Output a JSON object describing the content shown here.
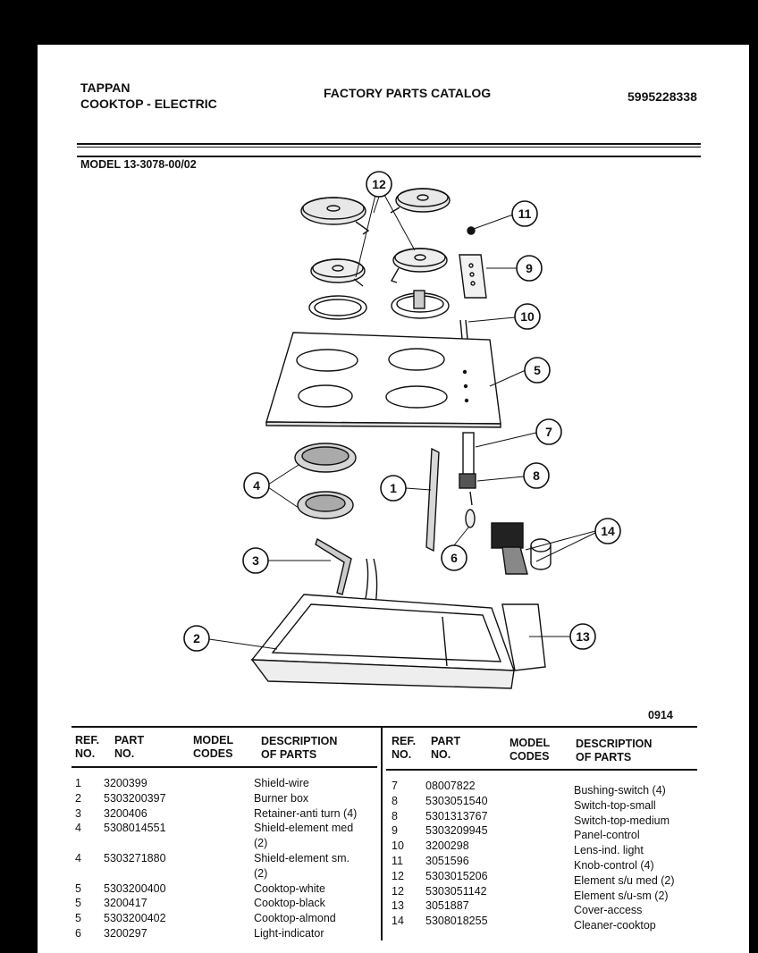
{
  "header": {
    "brand": "TAPPAN",
    "product": "COOKTOP - ELECTRIC",
    "catalog_title": "FACTORY PARTS CATALOG",
    "catalog_number": "5995228338",
    "model": "MODEL 13-3078-00/02"
  },
  "diagram": {
    "callouts": [
      "12",
      "11",
      "9",
      "10",
      "5",
      "7",
      "8",
      "1",
      "4",
      "14",
      "3",
      "6",
      "2",
      "13"
    ],
    "page_code": "0914"
  },
  "table": {
    "headers_left": {
      "ref1": "REF.",
      "ref2": "NO.",
      "part1": "PART",
      "part2": "NO.",
      "model1": "MODEL",
      "model2": "CODES",
      "desc1": "DESCRIPTION",
      "desc2": "OF PARTS"
    },
    "headers_right": {
      "ref1": "REF.",
      "ref2": "NO.",
      "part1": "PART",
      "part2": "NO.",
      "model1": "MODEL",
      "model2": "CODES",
      "desc1": "DESCRIPTION",
      "desc2": "OF PARTS"
    },
    "left_rows": [
      {
        "ref": "1",
        "part": "3200399",
        "desc": "Shield-wire"
      },
      {
        "ref": "2",
        "part": "5303200397",
        "desc": "Burner box"
      },
      {
        "ref": "3",
        "part": "3200406",
        "desc": "Retainer-anti turn (4)"
      },
      {
        "ref": "4",
        "part": "5308014551",
        "desc": "Shield-element med"
      },
      {
        "ref": "",
        "part": "",
        "desc": "(2)"
      },
      {
        "ref": "4",
        "part": "5303271880",
        "desc": "Shield-element sm."
      },
      {
        "ref": "",
        "part": "",
        "desc": "(2)"
      },
      {
        "ref": "5",
        "part": "5303200400",
        "desc": "Cooktop-white"
      },
      {
        "ref": "5",
        "part": "3200417",
        "desc": "Cooktop-black"
      },
      {
        "ref": "5",
        "part": "5303200402",
        "desc": "Cooktop-almond"
      },
      {
        "ref": "6",
        "part": "3200297",
        "desc": "Light-indicator"
      }
    ],
    "right_rows": [
      {
        "ref": "7",
        "part": "08007822",
        "desc": "Bushing-switch (4)"
      },
      {
        "ref": "8",
        "part": "5303051540",
        "desc": "Switch-top-small"
      },
      {
        "ref": "8",
        "part": "5301313767",
        "desc": "Switch-top-medium"
      },
      {
        "ref": "9",
        "part": "5303209945",
        "desc": "Panel-control"
      },
      {
        "ref": "10",
        "part": "3200298",
        "desc": "Lens-ind. light"
      },
      {
        "ref": "11",
        "part": "3051596",
        "desc": "Knob-control (4)"
      },
      {
        "ref": "12",
        "part": "5303015206",
        "desc": "Element s/u med (2)"
      },
      {
        "ref": "12",
        "part": "5303051142",
        "desc": "Element s/u-sm (2)"
      },
      {
        "ref": "13",
        "part": "3051887",
        "desc": "Cover-access"
      },
      {
        "ref": "14",
        "part": "5308018255",
        "desc": "Cleaner-cooktop"
      }
    ]
  }
}
